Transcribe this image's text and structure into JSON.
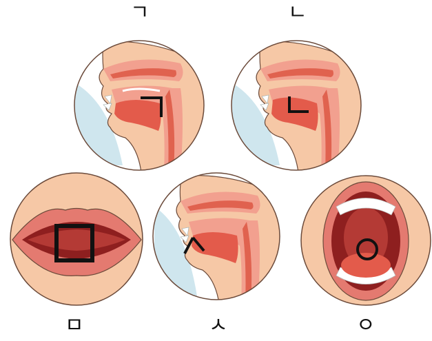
{
  "labels": {
    "giyeok": "ㄱ",
    "nieun": "ㄴ",
    "mieum": "ㅁ",
    "siot": "ㅅ",
    "ieung": "ㅇ"
  },
  "colors": {
    "skin": "#f6c8a6",
    "skin_shadow": "#e9a985",
    "outline": "#6b4a3a",
    "air_blue": "#cfe6ee",
    "tissue_pink": "#f2a08f",
    "tissue_red": "#e0624f",
    "mouth_dark": "#8e1f1f",
    "tongue": "#e35b4b",
    "lip": "#e47a70",
    "teeth": "#ffffff",
    "marker": "#111111"
  }
}
